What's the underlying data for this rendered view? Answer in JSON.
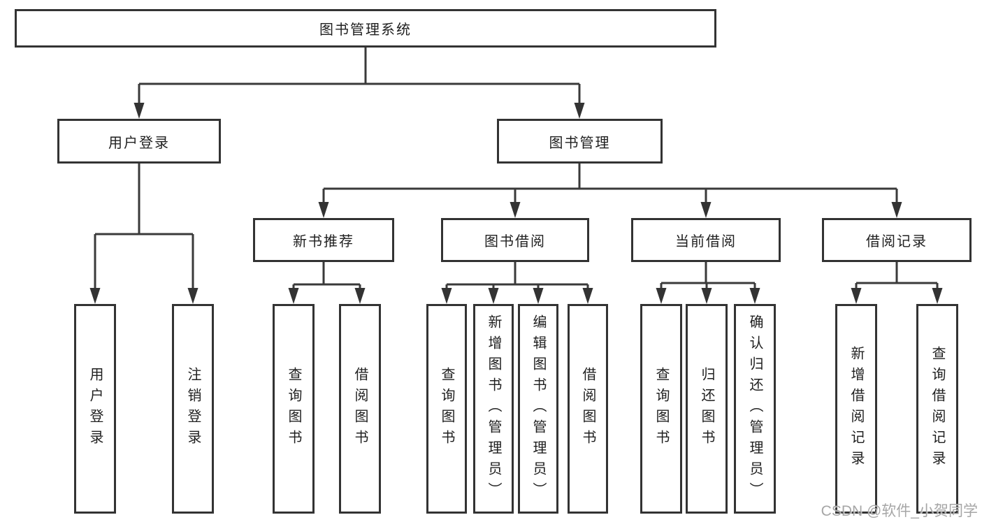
{
  "colors": {
    "line": "#3a3a3a",
    "box_border": "#333333",
    "box_fill": "#ffffff",
    "text": "#1f1f1f",
    "watermark": "#9e9e9e"
  },
  "watermark": "CSDN @软件_小贺同学",
  "tree": {
    "root": "图书管理系统",
    "branches": [
      {
        "label": "用户登录",
        "leaves": [
          "用户登录",
          "注销登录"
        ]
      },
      {
        "label": "图书管理",
        "sections": [
          {
            "label": "新书推荐",
            "leaves": [
              "查询图书",
              "借阅图书"
            ]
          },
          {
            "label": "图书借阅",
            "leaves": [
              "查询图书",
              "新增图书（管理员）",
              "编辑图书（管理员）",
              "借阅图书"
            ]
          },
          {
            "label": "当前借阅",
            "leaves": [
              "查询图书",
              "归还图书",
              "确认归还（管理员）"
            ]
          },
          {
            "label": "借阅记录",
            "leaves": [
              "新增借阅记录",
              "查询借阅记录"
            ]
          }
        ]
      }
    ]
  }
}
